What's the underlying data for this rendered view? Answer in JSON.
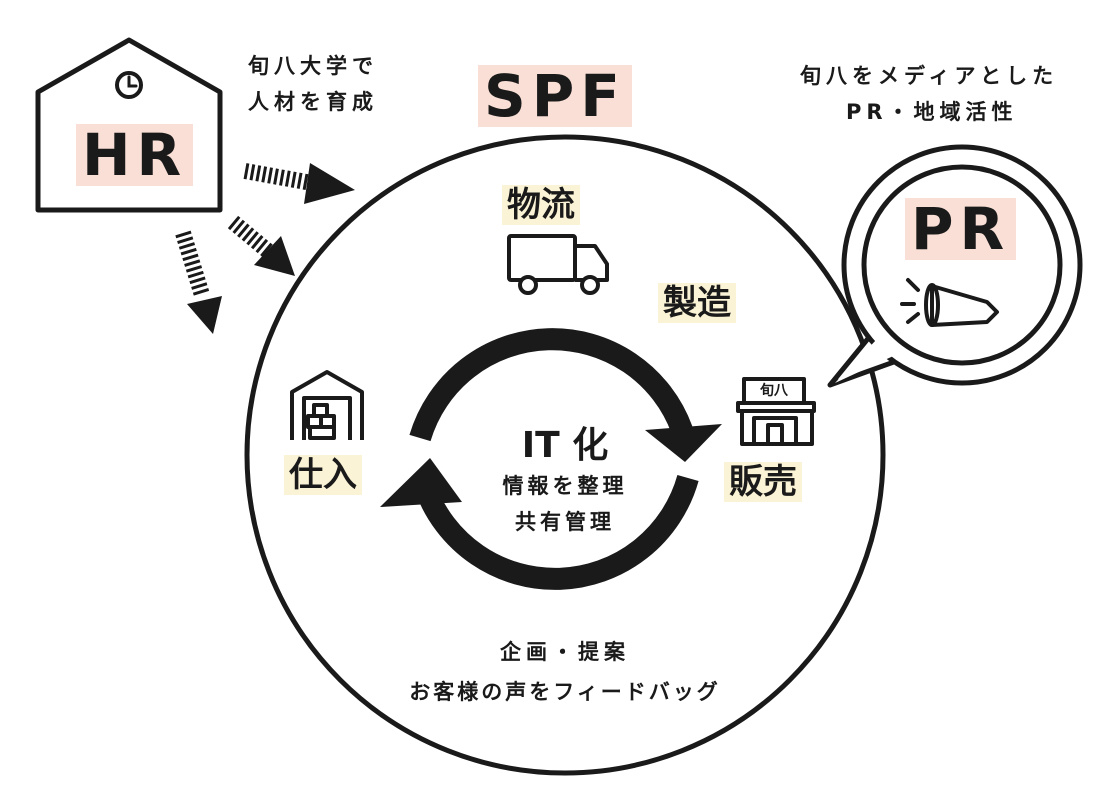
{
  "hr": {
    "label": "HR",
    "note_line1": "旬八大学で",
    "note_line2": "人材を育成"
  },
  "spf": {
    "label": "SPF"
  },
  "pr": {
    "label": "PR",
    "note_line1": "旬八をメディアとした",
    "note_line2": "PR・地域活性"
  },
  "cycle": {
    "butsuryu": "物流",
    "seizo": "製造",
    "hanbai": "販売",
    "shiire": "仕入",
    "center_title": "IT 化",
    "center_line1": "情報を整理",
    "center_line2": "共有管理",
    "bottom_line1": "企画・提案",
    "bottom_line2": "お客様の声をフィードバッグ"
  },
  "store_sign": "旬八",
  "colors": {
    "ink": "#1a1a1a",
    "pink_highlight": "#f9dfd6",
    "yellow_highlight": "#fbf3d6"
  },
  "icons": [
    "clock-icon",
    "truck-icon",
    "warehouse-icon",
    "store-icon",
    "megaphone-icon",
    "arrow-icon"
  ]
}
